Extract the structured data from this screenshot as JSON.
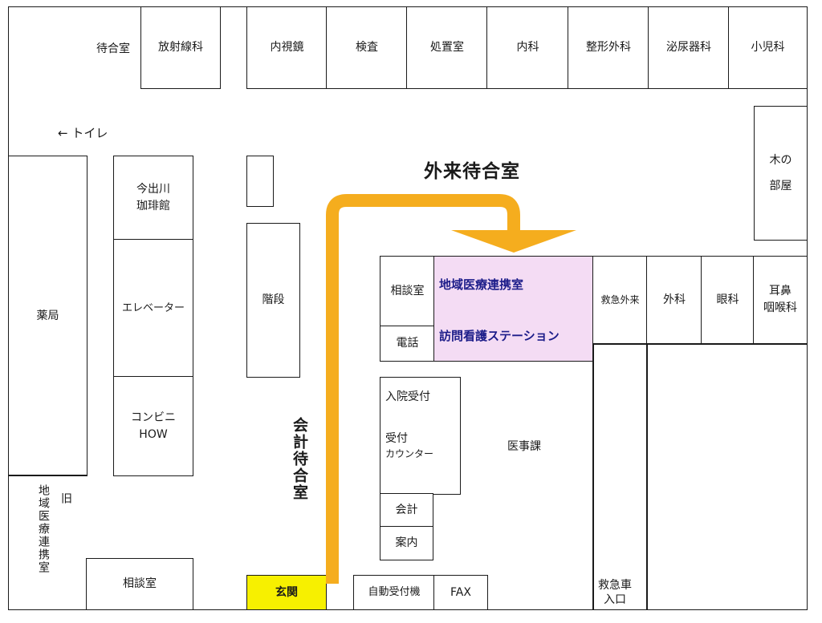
{
  "rooms": {
    "waiting_small": "待合室",
    "radiology": "放射線科",
    "endoscopy": "内視鏡",
    "exam": "検査",
    "treatment": "処置室",
    "internal_med": "内科",
    "orthopedics": "整形外科",
    "urology": "泌尿器科",
    "pediatrics": "小児科",
    "toilet": "← トイレ",
    "outpatient_waiting": "外来待合室",
    "kinoheya": "木の\n部屋",
    "cafe": "今出川\n珈琲館",
    "pharmacy": "薬局",
    "elevator": "エレベーター",
    "stairs": "階段",
    "convenience": "コンビニ\nHOW",
    "consult_1": "相談室",
    "phone": "電話",
    "regional_office": "地域医療連携室",
    "visiting_nurse": "訪問看護ステーション",
    "emergency_outpatient": "救急外来",
    "surgery": "外科",
    "ophthalmology": "眼科",
    "ent": "耳鼻\n咽喉科",
    "admission": "入院受付",
    "reception": "受付",
    "counter": "カウンター",
    "medical_affairs": "医事課",
    "accounting": "会計",
    "information": "案内",
    "accounting_waiting": "会計待合室",
    "old_label": "旧",
    "old_regional": "地域医療連携室",
    "consult_2": "相談室",
    "entrance": "玄関",
    "auto_reception": "自動受付機",
    "fax": "FAX",
    "ambulance_entrance": "救急車\n入口"
  },
  "colors": {
    "arrow": "#f5ad1e",
    "highlight_room": "#f4dcf4",
    "highlight_text": "#1d1d8a",
    "entrance": "#f7f000"
  }
}
